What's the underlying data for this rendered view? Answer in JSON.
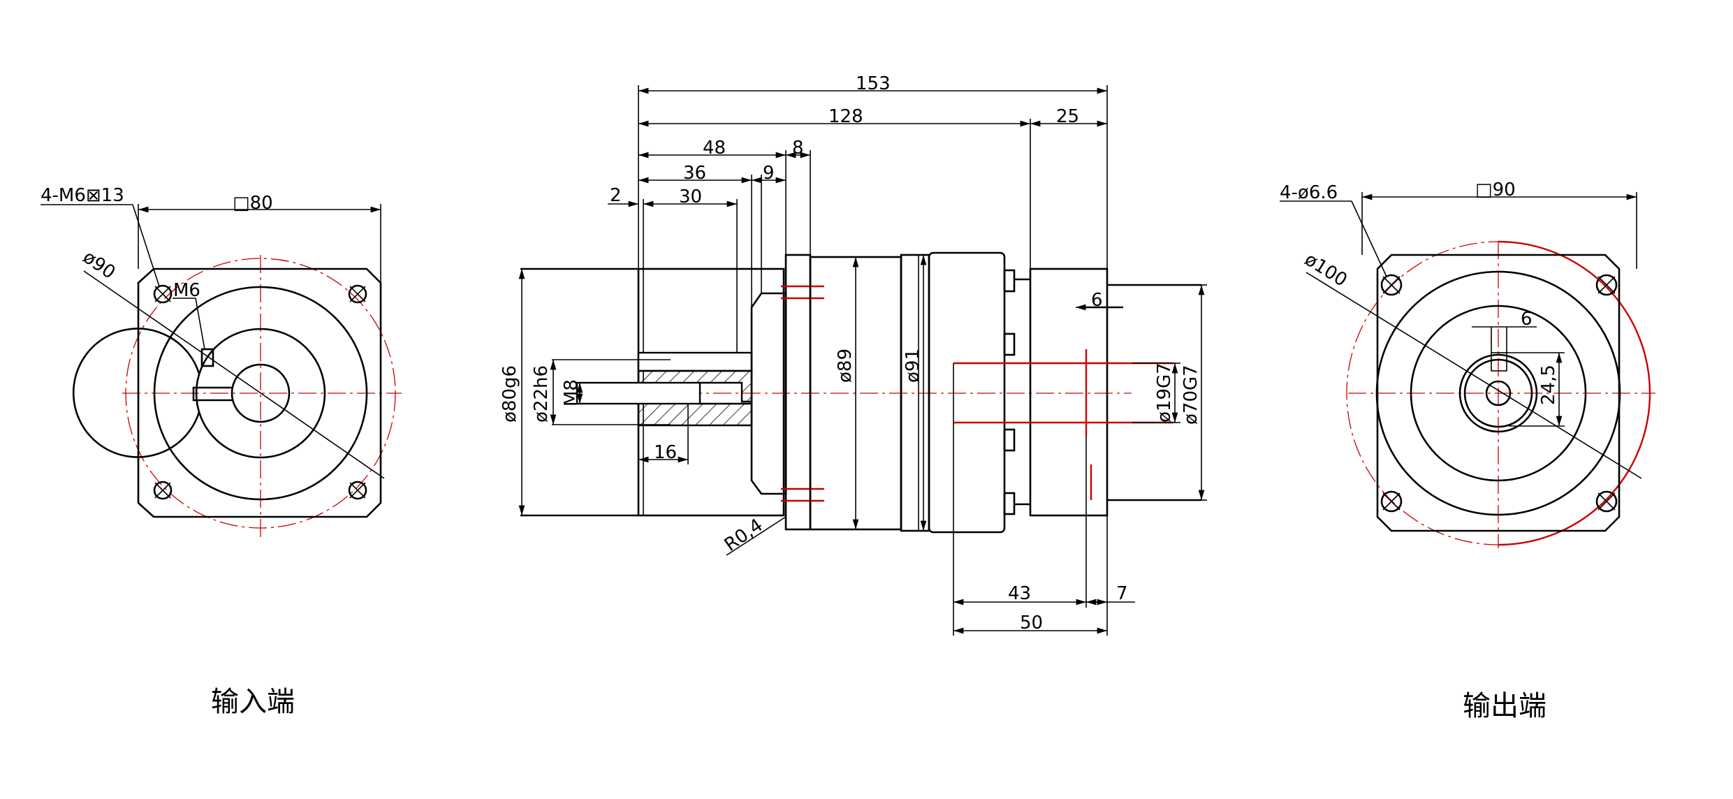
{
  "captions": {
    "input_end": "输入端",
    "output_end": "输出端"
  },
  "input_view": {
    "holes_label": "4-M6⊠13",
    "flange_square": "□80",
    "bolt_circle": "ø90",
    "thread": "M6"
  },
  "side_view": {
    "overall_length": "153",
    "body_length": "128",
    "shaft_length": "25",
    "dim_48": "48",
    "dim_8": "8",
    "dim_36": "36",
    "dim_9": "9",
    "dim_2": "2",
    "dim_30": "30",
    "pilot_diameter": "ø80g6",
    "input_bore": "ø22h6",
    "tap": "M8",
    "dim_16": "16",
    "housing_89": "ø89",
    "housing_91": "ø91",
    "key_6": "6",
    "shaft_19": "ø19G7",
    "shaft_70": "ø70G7",
    "radius": "R0,4",
    "dim_43": "43",
    "dim_7": "7",
    "dim_50": "50"
  },
  "output_view": {
    "holes_label": "4-ø6.6",
    "flange_square": "□90",
    "bolt_circle": "ø100",
    "key_width": "6",
    "key_height": "24,5"
  }
}
